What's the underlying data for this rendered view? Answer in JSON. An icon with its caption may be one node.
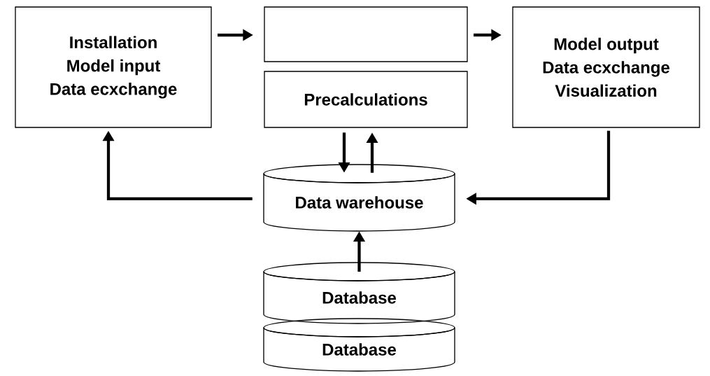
{
  "diagram": {
    "nodes": [
      {
        "text": [
          "Installation",
          "Model input",
          "Data ecxchange"
        ]
      },
      {
        "text": [],
        "shape": "box"
      },
      {
        "text": [
          "Precalculations"
        ]
      },
      {
        "text": [
          "Model output",
          "Data ecxchange",
          "Visualization"
        ]
      },
      {
        "text": [
          "Data warehouse"
        ]
      },
      {
        "text": [
          "Database"
        ]
      },
      {
        "text": [
          "Database"
        ]
      }
    ],
    "edges": [
      {
        "from": 0,
        "to": 1,
        "arrow": "to"
      },
      {
        "from": 1,
        "to": 3,
        "arrow": "to"
      },
      {
        "from": 2,
        "to": 4,
        "arrow": "to"
      },
      {
        "from": 4,
        "to": 2,
        "arrow": "to"
      },
      {
        "from": 4,
        "to": 0,
        "arrow": "to"
      },
      {
        "from": 3,
        "to": 4,
        "arrow": "to"
      },
      {
        "from": 5,
        "to": 4,
        "arrow": "to"
      }
    ]
  }
}
